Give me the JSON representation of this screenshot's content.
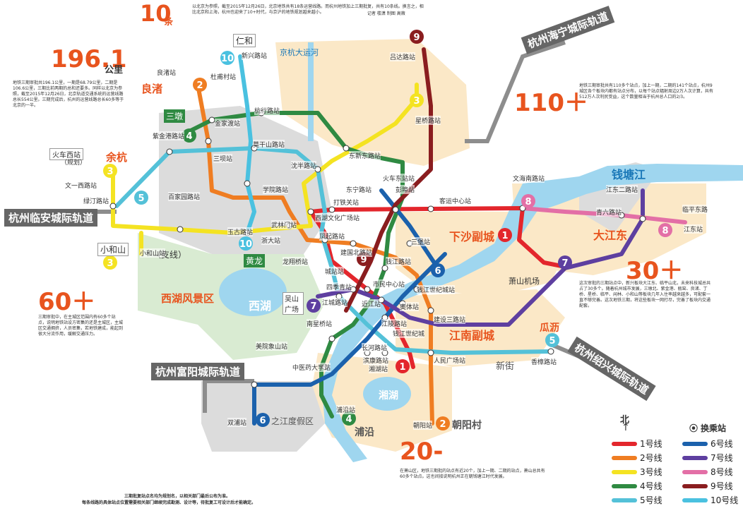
{
  "header": {
    "count_num": "10",
    "count_unit": "条",
    "intro": "以北京为参照，截至2015年12月26日，北京地铁共有18条运营线路。而杭州地铁加上三期批复，共有10条线。换言之，相比北京和上海，杭州也迎来了10+时代，与京沪的地铁规划越来越小。",
    "credit": "记者 楼潇  制图 高薇"
  },
  "stat_196": {
    "value": "196.1",
    "unit": "公里",
    "text": "地铁三期审批共196.1公里，一期是68.79公里，二期是106.6公里，三期比前两期的总和还要多。同样以北京为参照，截至2015年12月26日，北京轨道交通系统的运营线路总长554公里。三期完成后，杭州的运营线路总长60多等于北京的一半。"
  },
  "stat_110": {
    "value": "110＋",
    "text": "地铁三期审批共有110多个站点，加上一期，二期的141个站点，杭州9城区各个板块内都有站点分布，以每个站点辐射周边2万人次计算，共有512万人次利民受益，这个数量相当于杭州总人口的2/3。"
  },
  "stat_60": {
    "value": "60＋",
    "text": "三期审批中，在主城区范围内有60多个站点，说明地铁站设方密集的还是主城区，主城区交通拥挤，人员密集，若地铁建成，能起到很大分流作用，缓解交通压力。"
  },
  "stat_30": {
    "value": "30＋",
    "text": "这次审批的三期站点中，新兴板块大江东、临平山北，未来科技城总共占了30多个。随着杭州城市发展，三墩北、紫金港、瓶窑、良渚、丁桥、星桥、临平、闲林、小和山等板块几年入住率越来越多，可配套一直不够完善。这次地铁三期，将这些板块一网打尽，完善了板块内交通配套。"
  },
  "stat_20": {
    "value": "20-",
    "text": "在萧山区，地铁三期批的站点有近20个，加上一期、二期的站点，萧山总共有60多个站点。这也间接说明杭州正在朝钱塘江时代发展。"
  },
  "footer": {
    "line1": "三期批复站点名均为规划名，以相关部门最后公布为准。",
    "line2": "每条线路的具体站点位置需要相关部门继续完成勘测、设计等，待批复工可设计后才能确定。"
  },
  "intercity": {
    "haining": "杭州海宁城际轨道",
    "linan": "杭州临安城际轨道",
    "fuyang": "杭州富阳城际轨道",
    "shaoxing": "杭州绍兴城际轨道"
  },
  "areas": {
    "liangzhu": "良渚",
    "yuhang": "余杭",
    "sandun": "三墩",
    "xiaoheshan": "小和山",
    "huanglong": "黄龙",
    "xihu_scenic": "西湖风景区",
    "xihu": "西湖",
    "xiasha": "下沙副城",
    "qiantangjiang": "钱塘江",
    "dajiangdong": "大江东",
    "jiangnan": "江南副城",
    "guali": "瓜沥",
    "xianghu": "湘湖",
    "puyan": "浦沿",
    "chaoyangcun": "朝阳村",
    "zhijiangdujia": "之江度假区",
    "xinjie": "新街",
    "renhe": "仁和",
    "jinghang": "京杭大运河",
    "wushan": "吴山广场",
    "xiaoshan_airport": "萧山机场",
    "huochexizhan": "火车西站",
    "guihua": "（规划）",
    "zhixian": "（支线）"
  },
  "stations": [
    "良渚站",
    "杜甫村站",
    "新兴路站",
    "吕达路站",
    "星桥路站",
    "金家渡站",
    "杭行路站",
    "紫金港路站",
    "三坝站",
    "莫干山路站",
    "东新东路站",
    "沈半路站",
    "文一西路站",
    "绿汀路站",
    "百家园路站",
    "学院路站",
    "打铁关站",
    "东宁路站",
    "火车东站站",
    "彭埠站",
    "客运中心站",
    "文海南路站",
    "江东二路站",
    "青六路站",
    "临平东路",
    "江东站",
    "西湖文化广场站",
    "玉古路站",
    "武林门站",
    "浙大站",
    "凤起路站",
    "建国北路站",
    "三堡站",
    "龙翔桥站",
    "城站站",
    "钱江路站",
    "市民中心站",
    "四季青站",
    "钱江世纪城站",
    "江城路站",
    "近江站",
    "奥体站",
    "建设三路站",
    "江陵路站",
    "南星桥站",
    "钱江世纪城",
    "长河路站",
    "滨康路站",
    "人民广场站",
    "中医药大学站",
    "湘湖站",
    "美院象山站",
    "浦沿站",
    "双浦站",
    "朝阳站",
    "香樟路站",
    "小和山站"
  ],
  "legend": {
    "north": "北",
    "transfer": "换乘站",
    "lines": [
      {
        "num": "1",
        "label": "1号线",
        "color": "#e3262c"
      },
      {
        "num": "2",
        "label": "2号线",
        "color": "#ef7d22"
      },
      {
        "num": "3",
        "label": "3号线",
        "color": "#f4e322"
      },
      {
        "num": "4",
        "label": "4号线",
        "color": "#2f8a42"
      },
      {
        "num": "5",
        "label": "5号线",
        "color": "#54c1d8"
      },
      {
        "num": "6",
        "label": "6号线",
        "color": "#1b61ac"
      },
      {
        "num": "7",
        "label": "7号线",
        "color": "#5e3fa0"
      },
      {
        "num": "8",
        "label": "8号线",
        "color": "#e36fa6"
      },
      {
        "num": "9",
        "label": "9号线",
        "color": "#8a1d1f"
      },
      {
        "num": "10",
        "label": "10号线",
        "color": "#4ac1e0"
      }
    ]
  }
}
